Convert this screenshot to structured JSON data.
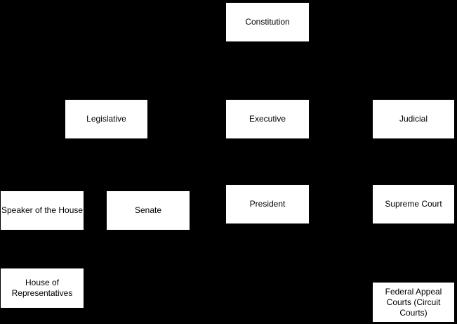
{
  "diagram": {
    "type": "org-chart",
    "colors": {
      "background": "#000000",
      "node_fill": "#ffffff",
      "node_text": "#000000"
    },
    "nodes": {
      "constitution": {
        "label": "Constitution"
      },
      "legislative": {
        "label": "Legislative"
      },
      "executive": {
        "label": "Executive"
      },
      "judicial": {
        "label": "Judicial"
      },
      "speaker_of_the_house": {
        "label": "Speaker of the House"
      },
      "senate": {
        "label": "Senate"
      },
      "president": {
        "label": "President"
      },
      "supreme_court": {
        "label": "Supreme Court"
      },
      "house_of_representatives": {
        "label": "House of Representatives"
      },
      "federal_appeal_courts": {
        "label": "Federal Appeal Courts (Circuit Courts)"
      }
    }
  }
}
